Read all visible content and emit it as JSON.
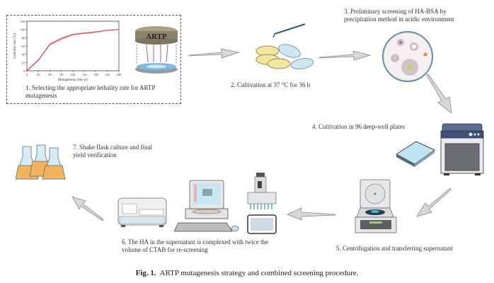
{
  "figure": {
    "caption_prefix": "Fig. 1.",
    "caption_text": "ARTP mutagenesis strategy and combined screening procedure."
  },
  "device_label": "ARTP",
  "steps": [
    {
      "number": 1,
      "text": "1. Selecting the appropriate lethality rate for ARTP mutagenesis",
      "line1": "1. Selecting the appropriate lethality  rate for ARTP",
      "line2": "mutagenesis"
    },
    {
      "number": 2,
      "text": "2. Cultivation at 37 °C for 36 h"
    },
    {
      "number": 3,
      "text": "3. Preliminary screening of HA-BSA by precipitation method in acidic environment",
      "line1": "3. Preliminary  screening of HA-BSA by",
      "line2": "precipitation method in acidic environment"
    },
    {
      "number": 4,
      "text": "4. Cultivation in 96 deep-well plates"
    },
    {
      "number": 5,
      "text": "5. Centrifugation and transferring supernatant"
    },
    {
      "number": 6,
      "text": "6. The HA in the supernatant is complexed with twice the volume of CTAB for re-screening",
      "line1": "6. The HA in the supernatant is complexed with twice the",
      "line2": "volume of CTAB for re-screening"
    },
    {
      "number": 7,
      "text": "7. Shake flask culture and final yield verification",
      "line1": "7. Shake flask culture and final",
      "line2": "yield verification"
    }
  ],
  "colors": {
    "line": "#d9474f",
    "band": "#f2a8ac",
    "arrow_fill": "#d8d8d8",
    "arrow_stroke": "#888888"
  },
  "chart_data": {
    "type": "line",
    "title": "",
    "xlabel": "Mutagenesis time (s)",
    "ylabel": "Lethality rate (%)",
    "x": [
      0,
      30,
      60,
      90,
      120,
      150,
      180,
      210,
      240
    ],
    "series": [
      {
        "name": "Lethality rate",
        "values": [
          0,
          26,
          64,
          78,
          88,
          91,
          94,
          98,
          100
        ],
        "error": [
          1,
          2,
          3,
          3,
          2,
          2,
          2,
          1,
          1
        ]
      }
    ],
    "xlim": [
      0,
      240
    ],
    "ylim": [
      0,
      120
    ],
    "xticks": [
      "0",
      "30",
      "60",
      "90",
      "120",
      "150",
      "180",
      "210",
      "240"
    ],
    "yticks": [
      "0",
      "20",
      "40",
      "60",
      "80",
      "100",
      "120"
    ],
    "grid": false
  }
}
